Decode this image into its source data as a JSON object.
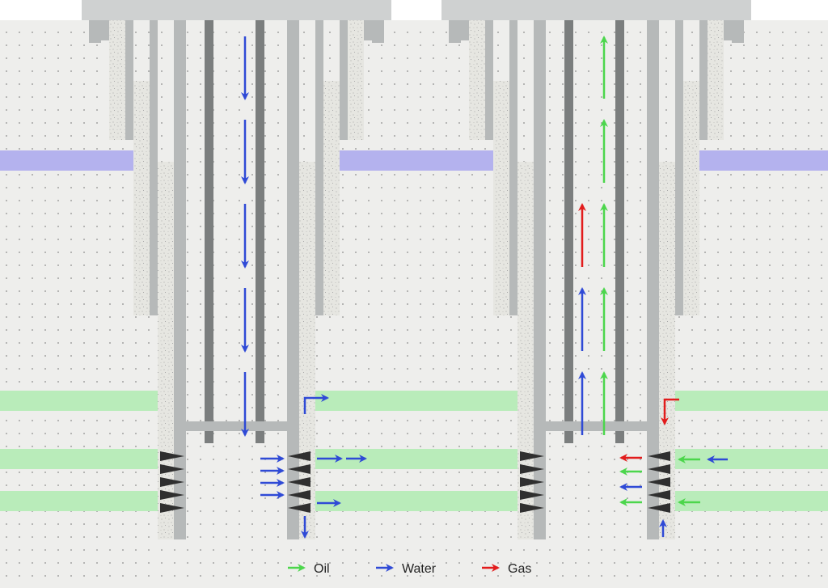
{
  "colors": {
    "background": "#ffffff",
    "ground": "#eeeeec",
    "ground_dots": "#8d8d8d",
    "water_layer": "#b4b2ee",
    "reservoir": "#b9ecba",
    "cement": "#e6e6e1",
    "cement_specks": "#8f8f8f",
    "casing": "#b6b9b9",
    "casing_dark": "#7b7e7e",
    "wellhead": "#cfd1d1",
    "perforation": "#2f2f2f",
    "oil": "#4cd64c",
    "water": "#2f4ad6",
    "gas": "#e21c1c"
  },
  "legend": {
    "oil": {
      "label": "Oil",
      "color": "#4cd64c",
      "icon": "arrow-right-icon"
    },
    "water": {
      "label": "Water",
      "color": "#2f4ad6",
      "icon": "arrow-right-icon"
    },
    "gas": {
      "label": "Gas",
      "color": "#e21c1c",
      "icon": "arrow-right-icon"
    }
  },
  "wells": [
    {
      "name": "injection-well",
      "flows": [
        "water"
      ],
      "direction": "down"
    },
    {
      "name": "production-well",
      "flows": [
        "oil",
        "water",
        "gas"
      ],
      "direction": "up"
    }
  ]
}
